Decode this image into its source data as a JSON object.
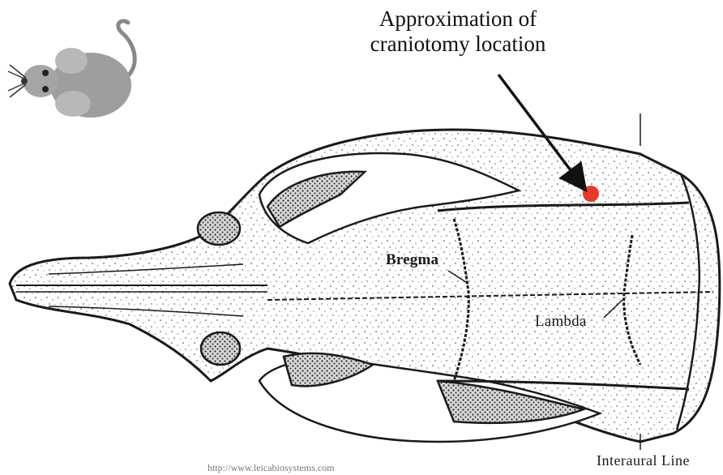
{
  "caption": {
    "line1": "Approximation of",
    "line2": "craniotomy location"
  },
  "labels": {
    "bregma": "Bregma",
    "lambda": "Lambda",
    "interaural": "Interaural Line"
  },
  "watermark": "http://www.leicabiosystems.com",
  "colors": {
    "marker": "#e33b2b",
    "mouse_body": "#9e9e9e",
    "ink": "#1a1a1a"
  },
  "icons": [
    "mouse-icon"
  ]
}
